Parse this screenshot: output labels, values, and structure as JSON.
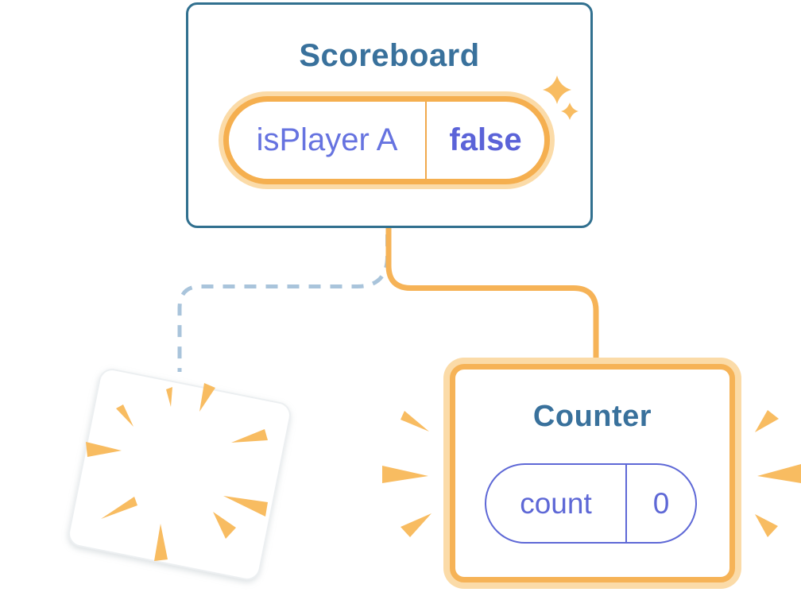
{
  "scoreboard_card": {
    "title": "Scoreboard",
    "state_key": "isPlayer A",
    "state_value": "false"
  },
  "counter_card": {
    "title": "Counter",
    "state_key": "count",
    "state_value": "0"
  },
  "icons": {
    "sparkle_large": "4-point-star",
    "sparkle_small": "4-point-star",
    "poof_burst": "radiating-wedges-on-tilted-card",
    "emphasis_left": "3-burst-lines",
    "emphasis_right": "3-burst-lines"
  },
  "colors": {
    "card_border_blue": "#31708F",
    "title_blue": "#39719C",
    "state_purple": "#6673E0",
    "state_value_purple": "#5B63D8",
    "pill_plain_purple": "#5E68D6",
    "connector_orange": "#F6B357",
    "pill_border_orange": "#F5AF4F",
    "highlight_glow_orange": "#FBDBA8",
    "spark_orange": "#F8BC61",
    "dashed_connector_blue": "#A9C4DB"
  }
}
